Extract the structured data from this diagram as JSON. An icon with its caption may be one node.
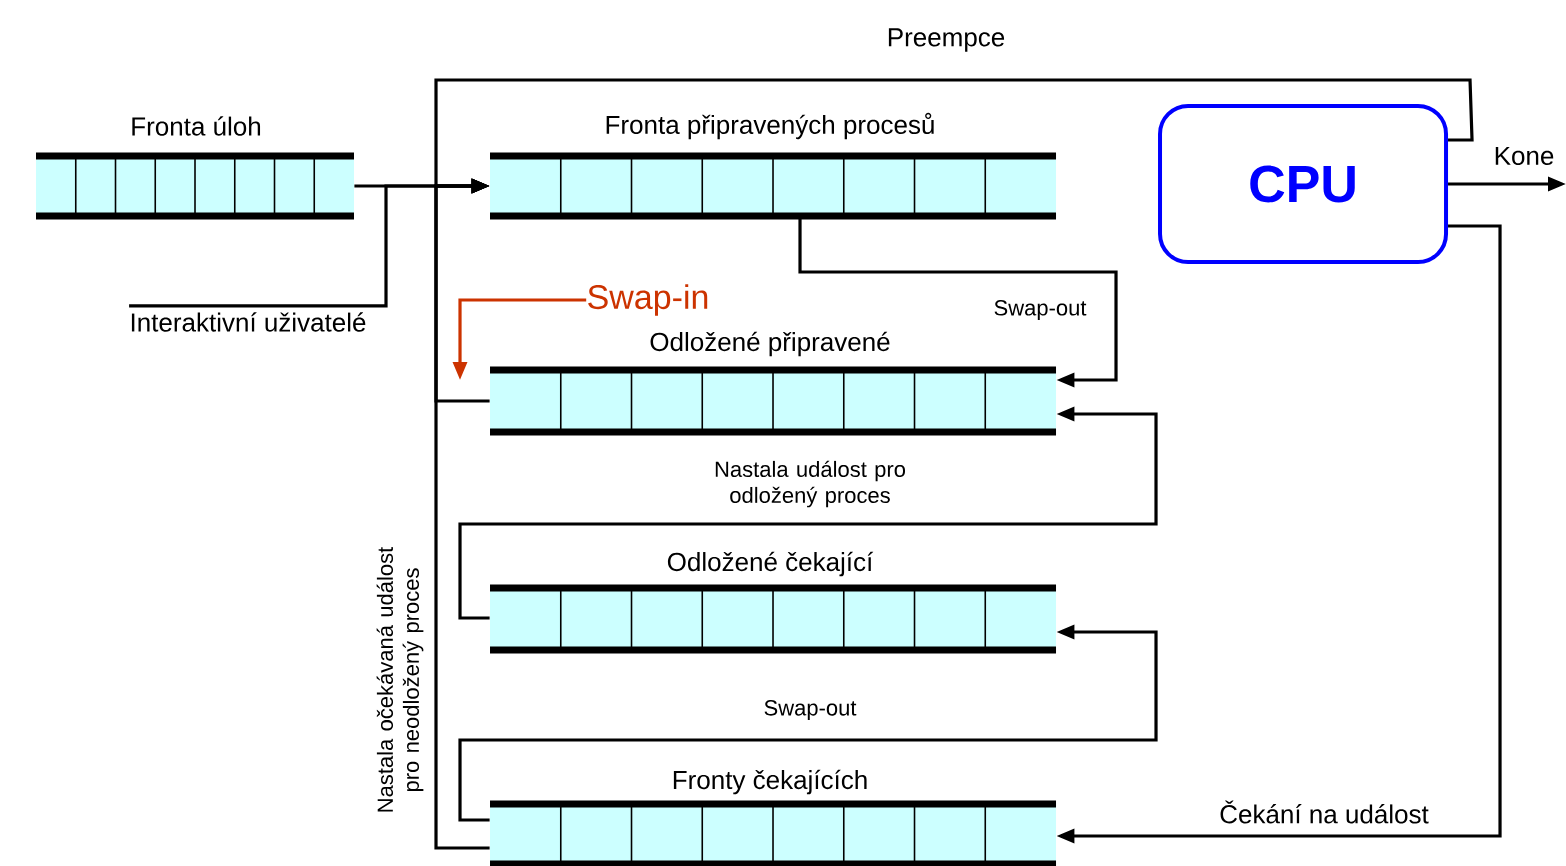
{
  "diagram": {
    "nodes": [
      {
        "text": [
          "Fronta úloh"
        ]
      },
      {
        "text": [
          "Fronta připravených procesů"
        ]
      },
      {
        "text": [
          "CPU"
        ]
      },
      {
        "text": [
          "Odložené připravené"
        ]
      },
      {
        "text": [
          "Odložené čekající"
        ]
      },
      {
        "text": [
          "Fronty čekajících"
        ]
      },
      {
        "text": [
          "Interaktivní uživatelé"
        ]
      },
      {
        "text": [
          "Swap-in"
        ]
      }
    ],
    "edges": [
      {
        "from": 0,
        "to": 1,
        "arrow": "to"
      },
      {
        "from": 6,
        "to": 1,
        "arrow": "to"
      },
      {
        "from": 2,
        "to": 1,
        "arrow": "to",
        "label": "Preempce"
      },
      {
        "from": 1,
        "to": 3,
        "arrow": "to",
        "label": "Swap-out"
      },
      {
        "from": 2,
        "to": 5,
        "arrow": "to",
        "label": "Čekání na událost"
      },
      {
        "from": 2,
        "to": null,
        "arrow": "to",
        "label": "Kone"
      },
      {
        "from": 3,
        "to": 1,
        "arrow": "to"
      },
      {
        "from": 5,
        "to": 1,
        "arrow": "to",
        "label": "Nastala očekávaná událost pro neodložený proces"
      },
      {
        "from": 4,
        "to": 3,
        "arrow": "to",
        "label": "Nastala událost pro odložený proces"
      },
      {
        "from": 5,
        "to": 4,
        "arrow": "to",
        "label": "Swap-out"
      },
      {
        "from": 7,
        "to": null,
        "arrow": "to",
        "color": "#cc3300"
      }
    ]
  }
}
